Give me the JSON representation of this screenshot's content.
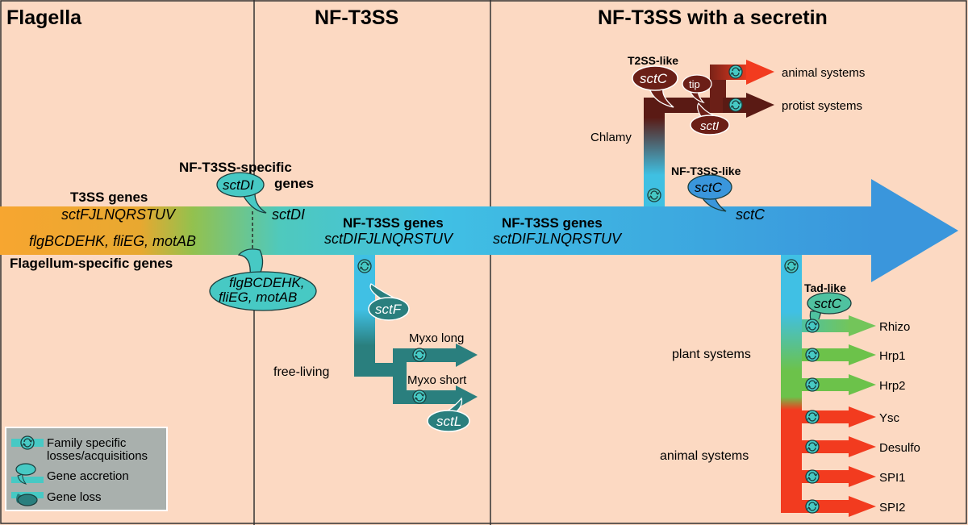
{
  "sections": {
    "flagella": "Flagella",
    "nf_t3ss": "NF-T3SS",
    "nf_t3ss_secretin": "NF-T3SS with a secretin"
  },
  "left": {
    "t3ss_genes": "T3SS genes",
    "t3ss_gene_list": "sctFJLNQRSTUV",
    "flagellum_gene_list": "flgBCDEHK, fliEG, motAB",
    "flagellum_specific": "Flagellum-specific genes",
    "nf_specific_line1": "NF-T3SS-specific",
    "nf_specific_line2": "genes",
    "sctDI_bubble": "sctDI",
    "sctDI_label": "sctDI",
    "loss_bubble_line1": "flgBCDEHK,",
    "loss_bubble_line2": "fliEG, motAB"
  },
  "middle": {
    "nf_genes_title": "NF-T3SS genes",
    "nf_genes_list": "sctDIFJLNQRSTUV",
    "sctF": "sctF",
    "free_living": "free-living",
    "myxo_long": "Myxo long",
    "myxo_short": "Myxo short",
    "sctL": "sctL"
  },
  "right": {
    "nf_genes_title": "NF-T3SS genes",
    "nf_genes_list": "sctDIFJLNQRSTUV",
    "t2ss_like": "T2SS-like",
    "sctC_dark": "sctC",
    "tip": "tip",
    "sctI": "sctI",
    "animal_systems_top": "animal systems",
    "protist_systems": "protist systems",
    "chlamy": "Chlamy",
    "nf_t3ss_like": "NF-T3SS-like",
    "sctC_blue": "sctC",
    "sctC_label": "sctC",
    "tad_like": "Tad-like",
    "sctC_tad": "sctC",
    "plant_systems": "plant systems",
    "animal_systems": "animal systems",
    "targets": [
      "Rhizo",
      "Hrp1",
      "Hrp2",
      "Ysc",
      "Desulfo",
      "SPI1",
      "SPI2"
    ]
  },
  "legend": {
    "item1_line1": "Family specific",
    "item1_line2": "losses/acquisitions",
    "item2": "Gene accretion",
    "item3": "Gene loss"
  },
  "colors": {
    "background": "#fcd9c2",
    "flagella_orange": "#f7a630",
    "main_blue": "#3b9ee0",
    "teal": "#47c9c4",
    "dark_teal": "#2a7f7e",
    "dark_red": "#5a1a14",
    "plant_green": "#6cc24a",
    "animal_red": "#f23b1f",
    "legend_bg": "#a9b0ad"
  }
}
